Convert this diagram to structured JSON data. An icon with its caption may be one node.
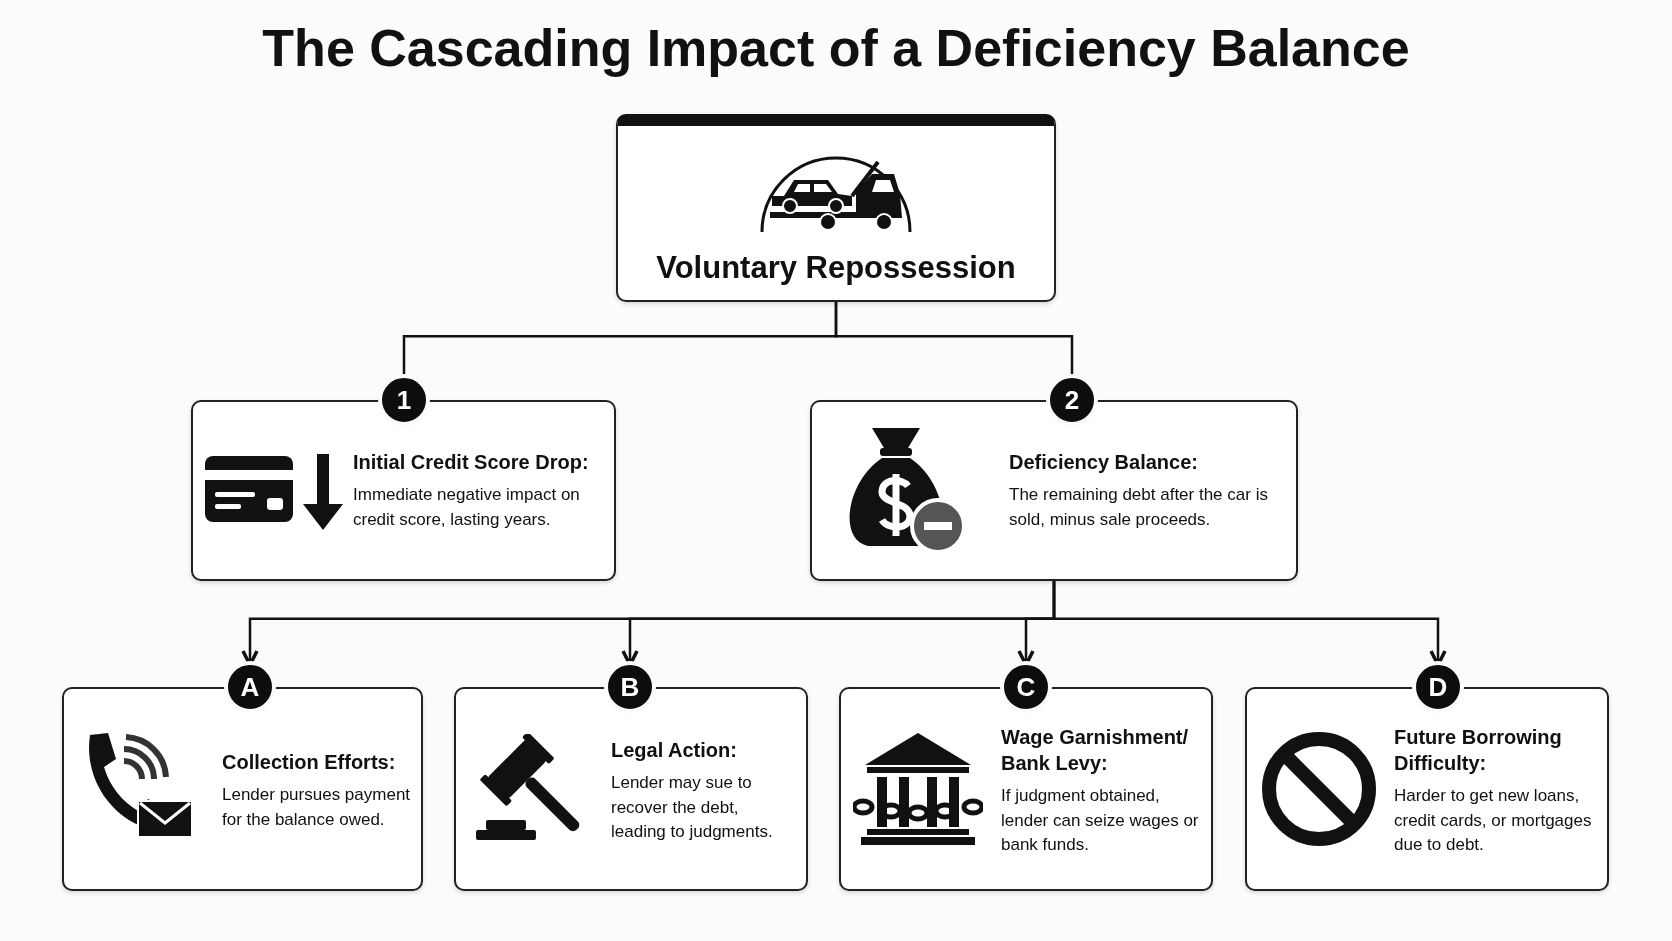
{
  "diagram": {
    "title": "The Cascading Impact of a Deficiency Balance",
    "nodes": [
      {
        "text": [
          "Voluntary Repossession"
        ]
      },
      {
        "text": [
          "1"
        ]
      },
      {
        "text": [
          "Initial Credit Score Drop:",
          "Immediate negative impact on credit score, lasting years."
        ]
      },
      {
        "text": [
          "2"
        ]
      },
      {
        "text": [
          "Deficiency Balance:",
          "The remaining debt after the car is sold, minus sale proceeds."
        ]
      },
      {
        "text": [
          "A"
        ]
      },
      {
        "text": [
          "Collection Efforts:",
          "Lender pursues payment for the balance owed."
        ]
      },
      {
        "text": [
          "B"
        ]
      },
      {
        "text": [
          "Legal Action:",
          "Lender may sue to recover the debt, leading to judgments."
        ]
      },
      {
        "text": [
          "C"
        ]
      },
      {
        "text": [
          "Wage Garnishment/ Bank Levy:",
          "If judgment obtained, lender can seize wages or bank funds."
        ]
      },
      {
        "text": [
          "D"
        ]
      },
      {
        "text": [
          "Future Borrowing Difficulty:",
          "Harder to get new loans, credit cards, or mortgages due to debt."
        ]
      }
    ],
    "edges": [
      {
        "from": 0,
        "to": 1,
        "arrow": "none"
      },
      {
        "from": 0,
        "to": 3,
        "arrow": "none"
      },
      {
        "from": 4,
        "to": 5,
        "arrow": "to"
      },
      {
        "from": 4,
        "to": 7,
        "arrow": "to"
      },
      {
        "from": 4,
        "to": 9,
        "arrow": "to"
      },
      {
        "from": 4,
        "to": 11,
        "arrow": "to"
      }
    ]
  }
}
